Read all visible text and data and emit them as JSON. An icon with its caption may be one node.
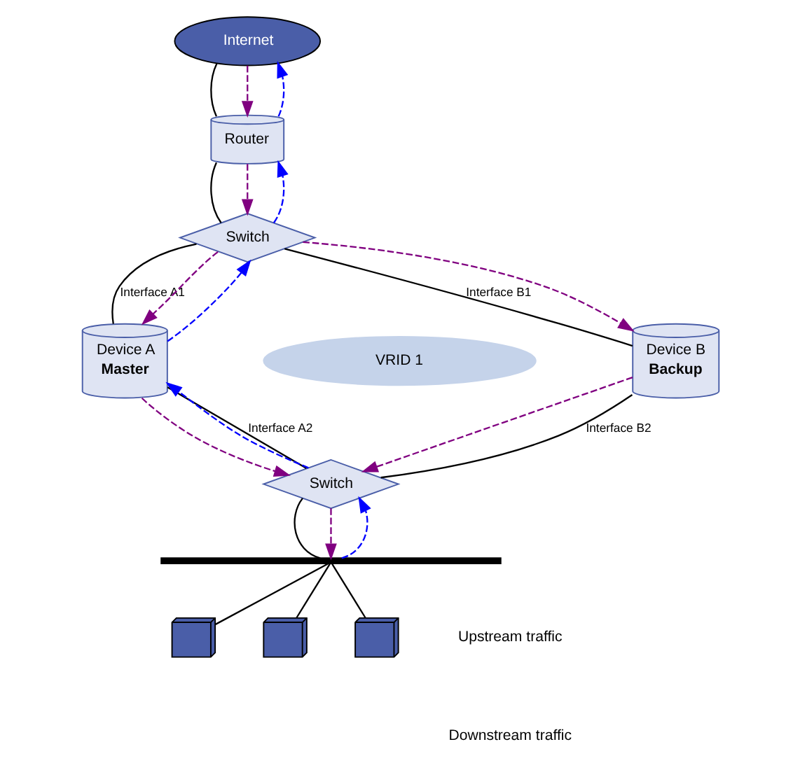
{
  "diagram": {
    "nodes": [
      {
        "text": [
          "Internet"
        ]
      },
      {
        "text": [
          "Router"
        ]
      },
      {
        "text": [
          "Switch"
        ]
      },
      {
        "text": [
          "Device A",
          "Master"
        ]
      },
      {
        "text": [
          "Device B",
          "Backup"
        ]
      },
      {
        "text": [
          "VRID 1"
        ]
      },
      {
        "text": [
          "Switch"
        ]
      },
      {
        "text": [],
        "shape": "bar"
      },
      {
        "text": [],
        "shape": "computer"
      },
      {
        "text": [],
        "shape": "computer"
      },
      {
        "text": [],
        "shape": "computer"
      }
    ],
    "edges": [
      {
        "from": 0,
        "to": 1,
        "arrow": "none"
      },
      {
        "from": 1,
        "to": 2,
        "arrow": "none"
      },
      {
        "from": 2,
        "to": 3,
        "label": "Interface A1",
        "arrow": "none"
      },
      {
        "from": 2,
        "to": 4,
        "label": "Interface B1",
        "arrow": "none"
      },
      {
        "from": 3,
        "to": 6,
        "label": "Interface A2",
        "arrow": "none"
      },
      {
        "from": 4,
        "to": 6,
        "label": "Interface B2",
        "arrow": "none"
      },
      {
        "from": 6,
        "to": 7,
        "arrow": "none"
      },
      {
        "from": 7,
        "to": 8,
        "arrow": "none"
      },
      {
        "from": 7,
        "to": 9,
        "arrow": "none"
      },
      {
        "from": 7,
        "to": 10,
        "arrow": "none"
      },
      {
        "from": 0,
        "to": 1,
        "arrow": "to",
        "style": "dashed",
        "color": "#800080"
      },
      {
        "from": 1,
        "to": 0,
        "arrow": "to",
        "style": "dashed",
        "color": "#0000ff"
      },
      {
        "from": 1,
        "to": 2,
        "arrow": "to",
        "style": "dashed",
        "color": "#800080"
      },
      {
        "from": 2,
        "to": 1,
        "arrow": "to",
        "style": "dashed",
        "color": "#0000ff"
      },
      {
        "from": 2,
        "to": 3,
        "arrow": "to",
        "style": "dashed",
        "color": "#800080"
      },
      {
        "from": 3,
        "to": 2,
        "arrow": "to",
        "style": "dashed",
        "color": "#0000ff"
      },
      {
        "from": 2,
        "to": 4,
        "arrow": "to",
        "style": "dashed",
        "color": "#800080"
      },
      {
        "from": 3,
        "to": 6,
        "arrow": "to",
        "style": "dashed",
        "color": "#800080"
      },
      {
        "from": 6,
        "to": 3,
        "arrow": "to",
        "style": "dashed",
        "color": "#0000ff"
      },
      {
        "from": 4,
        "to": 6,
        "arrow": "to",
        "style": "dashed",
        "color": "#800080"
      },
      {
        "from": 6,
        "to": 7,
        "arrow": "to",
        "style": "dashed",
        "color": "#800080"
      },
      {
        "from": 7,
        "to": 6,
        "arrow": "to",
        "style": "dashed",
        "color": "#0000ff"
      }
    ],
    "legend": [
      {
        "text": "Upstream traffic"
      },
      {
        "text": "Downstream traffic"
      }
    ]
  }
}
